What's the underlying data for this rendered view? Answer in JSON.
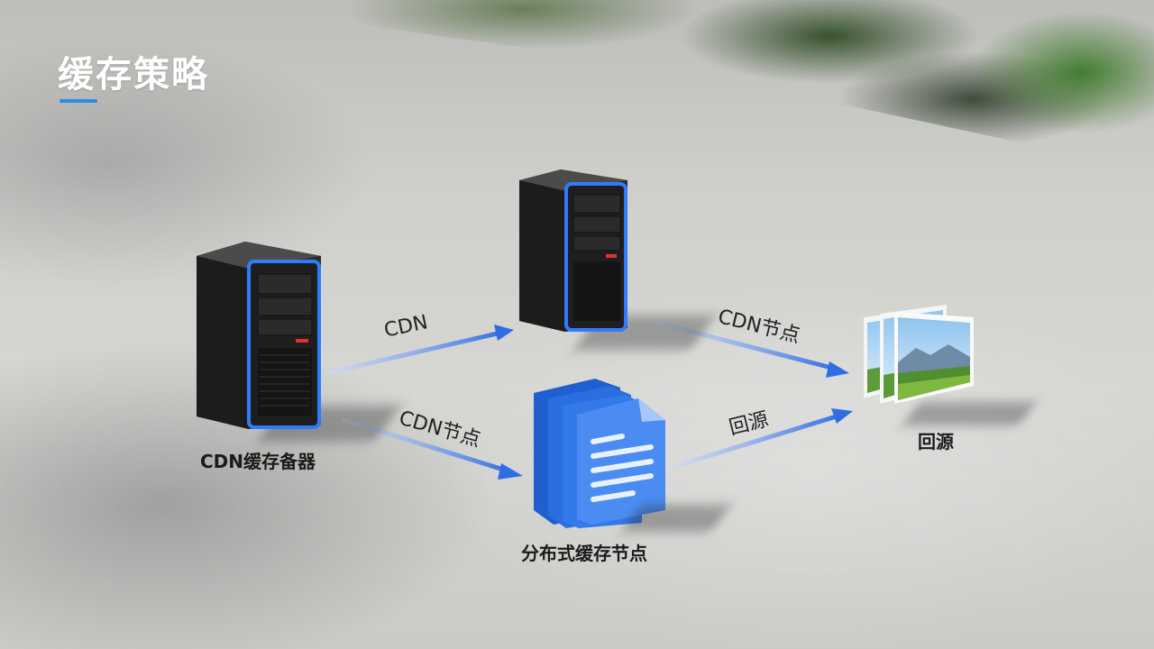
{
  "title": "缓存策略",
  "accent_color": "#2e8be6",
  "arrow_color": "#2f6de3",
  "nodes": {
    "cdn_server": {
      "label": "CDN缓存备器",
      "icon": "server-tower-icon"
    },
    "top_server": {
      "icon": "server-tower-icon"
    },
    "distributed_node": {
      "label": "分布式缓存节点",
      "icon": "document-stack-icon"
    },
    "origin": {
      "label": "回源",
      "icon": "image-gallery-icon"
    }
  },
  "edges": [
    {
      "from": "cdn_server",
      "to": "top_server",
      "label": "CDN"
    },
    {
      "from": "cdn_server",
      "to": "distributed_node",
      "label": "CDN节点"
    },
    {
      "from": "top_server",
      "to": "origin",
      "label": "CDN节点"
    },
    {
      "from": "distributed_node",
      "to": "origin",
      "label": "回源"
    }
  ]
}
